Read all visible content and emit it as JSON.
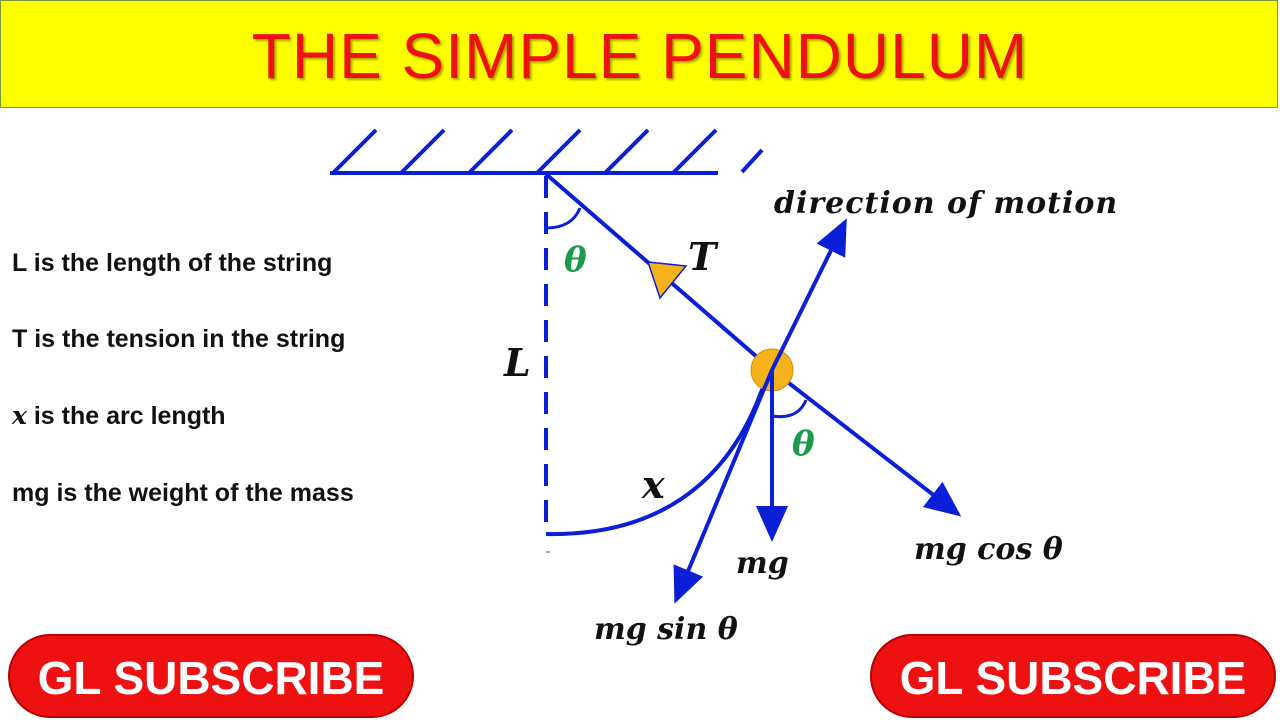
{
  "title": "THE SIMPLE PENDULUM",
  "legend": {
    "length": "L is the length of the string",
    "tension": "T is the tension in  the string",
    "arc_var": "x",
    "arc_text": " is the arc length",
    "weight": "mg is the weight of the mass"
  },
  "diagram": {
    "theta_top": "θ",
    "theta_bottom": "θ",
    "tension": "T",
    "length": "L",
    "arc": "x",
    "direction": "direction of motion",
    "weight": "mg",
    "mg_cos": "mg cos θ",
    "mg_sin": "mg sin θ"
  },
  "buttons": {
    "left": "GL SUBSCRIBE",
    "right": "GL SUBSCRIBE"
  },
  "colors": {
    "line": "#0a1fd6",
    "bob": "#f6b21b",
    "title": "#ee1111",
    "banner": "#ffff00",
    "angle": "#1a9a4a"
  }
}
